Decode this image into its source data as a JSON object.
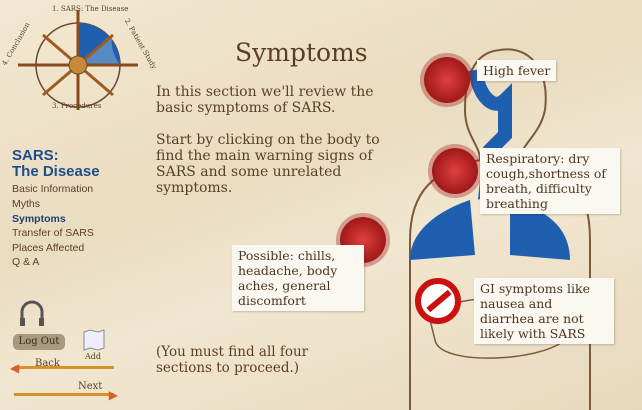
{
  "compass": {
    "labels": [
      "1. SARS: The Disease",
      "2. Patient Study",
      "3. Procedures",
      "4. Conclusion"
    ]
  },
  "title": "Symptoms",
  "intro": [
    "In this section we'll review the basic symptoms of SARS.",
    "Start by clicking on the body to find the main warning signs of SARS and some unrelated symptoms."
  ],
  "section_title": [
    "SARS:",
    "The Disease"
  ],
  "nav": [
    {
      "label": "Basic Information"
    },
    {
      "label": "Myths"
    },
    {
      "label": "Symptoms",
      "active": true
    },
    {
      "label": "Transfer of SARS"
    },
    {
      "label": "Places Affected"
    },
    {
      "label": "Q & A"
    }
  ],
  "callouts": {
    "fever": "High fever",
    "resp": "Respiratory: dry cough,shortness of breath, difficulty breathing",
    "possible": "Possible: chills, headache, body aches, general discomfort",
    "gi": "GI symptoms like nausea and diarrhea are not likely with SARS"
  },
  "footer": "(You must find all four sections to proceed.)",
  "controls": {
    "logout": "Log Out",
    "add": "Add",
    "back": "Back",
    "next": "Next"
  },
  "colors": {
    "accent": "#1f5fb0",
    "virus": "#b01c1c"
  }
}
